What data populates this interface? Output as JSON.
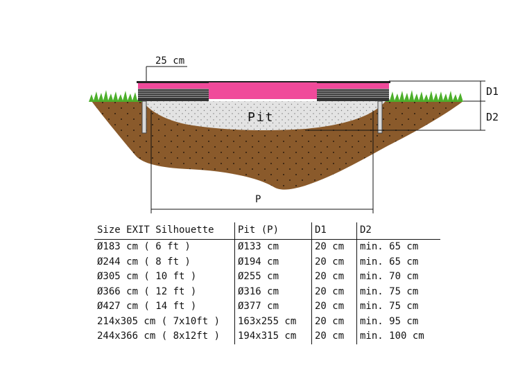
{
  "diagram": {
    "width_label": "25 cm",
    "pit_label": "Pit",
    "d1_label": "D1",
    "d2_label": "D2",
    "p_label": "P"
  },
  "colors": {
    "soil": "#8a5a2b",
    "pit": "#e3e3e3",
    "grass": "#4caf2a",
    "jump_mat": "#f04a9a",
    "frame": "#3c3c3c"
  },
  "table": {
    "headers": [
      "Size EXIT Silhouette",
      "Pit (P)",
      "D1",
      "D2"
    ],
    "rows": [
      [
        "Ø183 cm ( 6 ft )",
        "Ø133 cm",
        "20 cm",
        "min. 65 cm"
      ],
      [
        "Ø244 cm ( 8 ft )",
        "Ø194 cm",
        "20 cm",
        "min. 65 cm"
      ],
      [
        "Ø305 cm ( 10 ft )",
        "Ø255 cm",
        "20 cm",
        "min. 70 cm"
      ],
      [
        "Ø366 cm ( 12 ft )",
        "Ø316 cm",
        "20 cm",
        "min. 75 cm"
      ],
      [
        "Ø427 cm ( 14 ft )",
        "Ø377 cm",
        "20 cm",
        "min. 75 cm"
      ],
      [
        "214x305 cm ( 7x10ft )",
        "163x255 cm",
        "20 cm",
        "min. 95 cm"
      ],
      [
        "244x366 cm ( 8x12ft )",
        "194x315 cm",
        "20 cm",
        "min. 100 cm"
      ]
    ]
  }
}
